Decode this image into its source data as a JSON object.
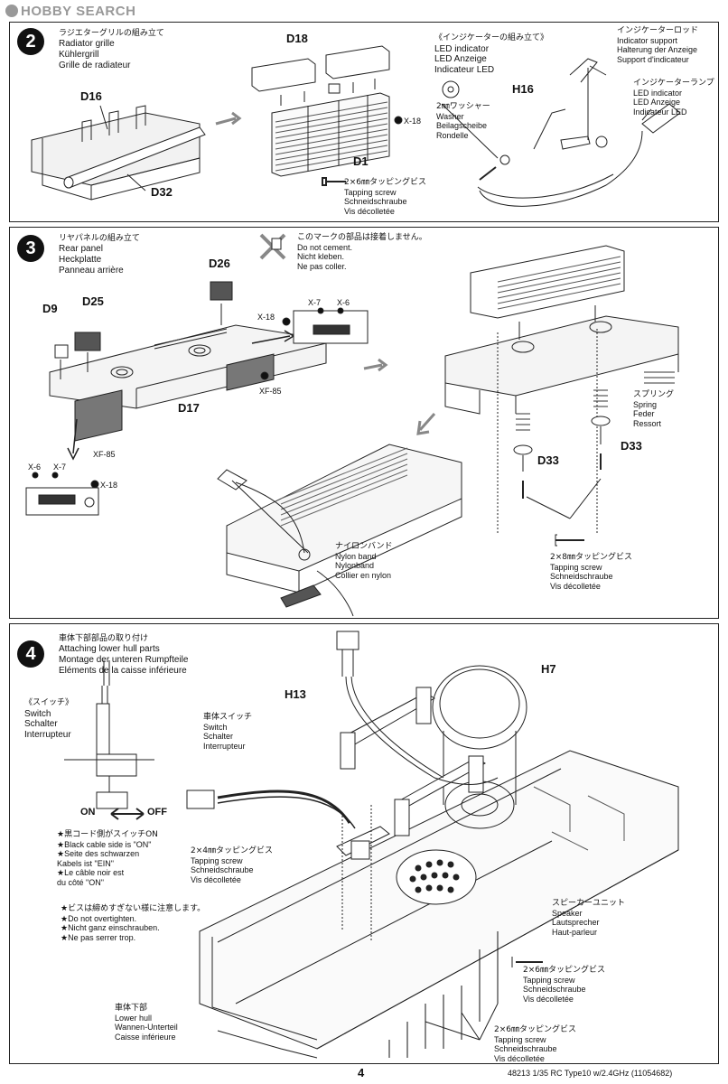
{
  "watermark": "HOBBY SEARCH",
  "step2": {
    "number": "2",
    "title_jp": "ラジエターグリルの組み立て",
    "title_en": "Radiator grille",
    "title_de": "Kühlergrill",
    "title_fr": "Grille de radiateur",
    "parts": {
      "d16": "D16",
      "d32": "D32",
      "d18": "D18",
      "d1": "D1",
      "x18": "X-18",
      "h16": "H16"
    },
    "screw_jp": "2×6㎜タッピングビス",
    "screw_en": "Tapping screw",
    "screw_de": "Schneidschraube",
    "screw_fr": "Vis décolletée",
    "indicator_jp": "《インジケーターの組み立て》",
    "indicator_en": "LED indicator",
    "indicator_de": "LED Anzeige",
    "indicator_fr": "Indicateur LED",
    "washer_jp": "2㎜ワッシャー",
    "washer_en": "Washer",
    "washer_de": "Beilagscheibe",
    "washer_fr": "Rondelle",
    "rod_jp": "インジケーターロッド",
    "rod_en": "Indicator support",
    "rod_de": "Halterung der Anzeige",
    "rod_fr": "Support d'indicateur",
    "lamp_jp": "インジケーターランプ",
    "lamp_en": "LED indicator",
    "lamp_de": "LED Anzeige",
    "lamp_fr": "Indicateur LED"
  },
  "step3": {
    "number": "3",
    "title_jp": "リヤパネルの組み立て",
    "title_en": "Rear panel",
    "title_de": "Heckplatte",
    "title_fr": "Panneau arrière",
    "nocement_jp": "このマークの部品は接着しません。",
    "nocement_en": "Do not cement.",
    "nocement_de": "Nicht kleben.",
    "nocement_fr": "Ne pas coller.",
    "parts": {
      "d26": "D26",
      "d9": "D9",
      "d25": "D25",
      "d17": "D17",
      "x18a": "X-18",
      "x7a": "X-7",
      "x6a": "X-6",
      "xf85a": "XF-85",
      "xf85b": "XF-85",
      "x6b": "X-6",
      "x7b": "X-7",
      "x18b": "X-18",
      "d33a": "D33",
      "d33b": "D33"
    },
    "spring_jp": "スプリング",
    "spring_en": "Spring",
    "spring_de": "Feder",
    "spring_fr": "Ressort",
    "nylon_jp": "ナイロンバンド",
    "nylon_en": "Nylon band",
    "nylon_de": "Nylonband",
    "nylon_fr": "Collier en nylon",
    "screw_jp": "2×8㎜タッピングビス",
    "screw_en": "Tapping screw",
    "screw_de": "Schneidschraube",
    "screw_fr": "Vis décolletée"
  },
  "step4": {
    "number": "4",
    "title_jp": "車体下部部品の取り付け",
    "title_en": "Attaching lower hull parts",
    "title_de": "Montage der unteren Rumpfteile",
    "title_fr": "Eléments de la caisse inférieure",
    "parts": {
      "h7": "H7",
      "h13": "H13"
    },
    "switch_jp": "《スイッチ》",
    "switch_en": "Switch",
    "switch_de": "Schalter",
    "switch_fr": "Interrupteur",
    "on_label": "ON",
    "off_label": "OFF",
    "cable_jp": "★黒コード側がスイッチON",
    "cable_en": "★Black cable side is \"ON\"",
    "cable_de1": "★Seite des schwarzen",
    "cable_de2": "Kabels ist \"EIN\"",
    "cable_fr1": "★Le câble noir est",
    "cable_fr2": "du côté \"ON\"",
    "hullswitch_jp": "車体スイッチ",
    "hullswitch_en": "Switch",
    "hullswitch_de": "Schalter",
    "hullswitch_fr": "Interrupteur",
    "screw4_jp": "2×4㎜タッピングビス",
    "screw4_en": "Tapping screw",
    "screw4_de": "Schneidschraube",
    "screw4_fr": "Vis décolletée",
    "tight_jp": "★ビスは締めすぎない様に注意します。",
    "tight_en": "★Do not overtighten.",
    "tight_de": "★Nicht ganz einschrauben.",
    "tight_fr": "★Ne pas serrer trop.",
    "speaker_jp": "スピーカーユニット",
    "speaker_en": "Speaker",
    "speaker_de": "Lautsprecher",
    "speaker_fr": "Haut-parleur",
    "screw6a_jp": "2×6㎜タッピングビス",
    "screw6a_en": "Tapping screw",
    "screw6a_de": "Schneidschraube",
    "screw6a_fr": "Vis décolletée",
    "screw6b_jp": "2×6㎜タッピングビス",
    "screw6b_en": "Tapping screw",
    "screw6b_de": "Schneidschraube",
    "screw6b_fr": "Vis décolletée",
    "hull_jp": "車体下部",
    "hull_en": "Lower hull",
    "hull_de": "Wannen-Unterteil",
    "hull_fr": "Caisse inférieure"
  },
  "footer": {
    "page_number": "4",
    "model_info": "48213  1/35  RC Type10 w/2.4GHz (11054682)"
  }
}
